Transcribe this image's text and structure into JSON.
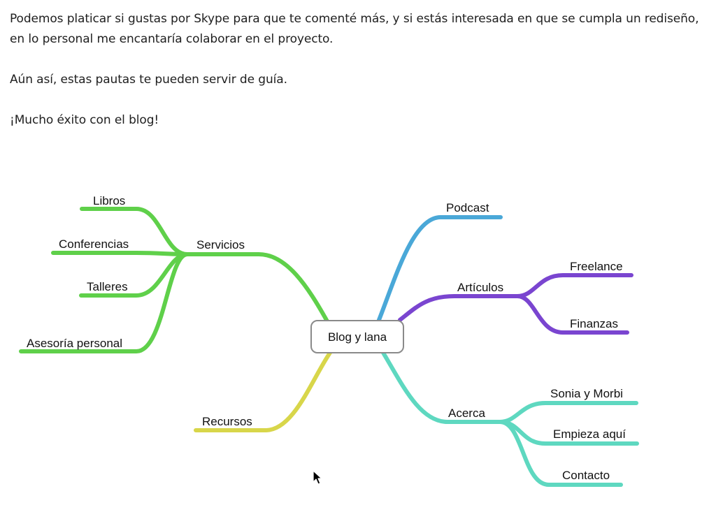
{
  "text": {
    "paragraph_1": "Podemos platicar si gustas por Skype para que te comenté más, y si estás interesada en que se cumpla un rediseño, en lo personal me encantaría colaborar en el proyecto.",
    "paragraph_2": "Aún así, estas pautas te pueden servir de guía.",
    "paragraph_3": "¡Mucho éxito con el blog!"
  },
  "mindmap": {
    "root": "Blog y lana",
    "colors": {
      "servicios": "#5fd04a",
      "podcast": "#4aa8d8",
      "articulos": "#7a45d0",
      "recursos": "#d8d64a",
      "acerca": "#5ed8c0"
    },
    "servicios": {
      "label": "Servicios",
      "children": [
        "Libros",
        "Conferencias",
        "Talleres",
        "Asesoría personal"
      ]
    },
    "podcast": {
      "label": "Podcast"
    },
    "articulos": {
      "label": "Artículos",
      "children": [
        "Freelance",
        "Finanzas"
      ]
    },
    "recursos": {
      "label": "Recursos"
    },
    "acerca": {
      "label": "Acerca",
      "children": [
        "Sonia y Morbi",
        "Empieza aquí",
        "Contacto"
      ]
    }
  },
  "cursor": {
    "icon": "mouse-pointer-icon"
  }
}
